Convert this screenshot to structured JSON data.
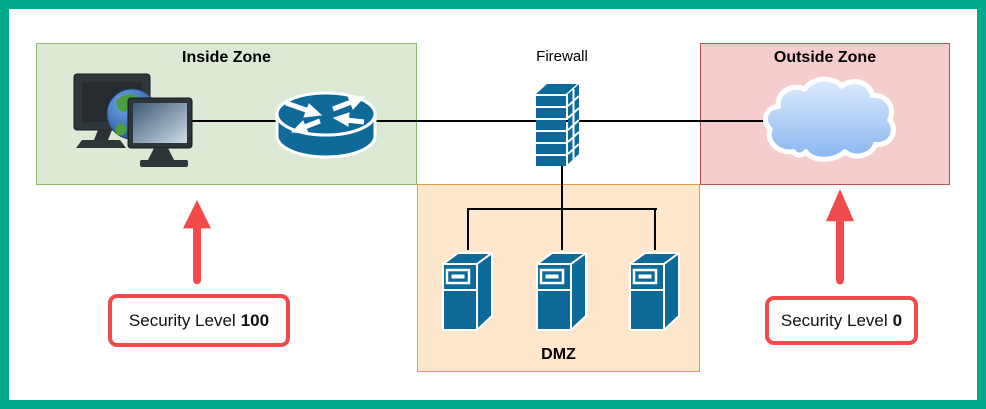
{
  "diagram": {
    "type": "firewall-security-zones-network-diagram"
  },
  "zones": {
    "inside": {
      "label": "Inside Zone",
      "fill": "#DCEAD5",
      "stroke": "#8ABB6B"
    },
    "outside": {
      "label": "Outside Zone",
      "fill": "#F5CDCC",
      "stroke": "#B85450"
    },
    "dmz": {
      "label": "DMZ",
      "fill": "#FFE7CE",
      "stroke": "#DFA138"
    }
  },
  "firewall": {
    "label": "Firewall"
  },
  "annotations": {
    "inside": {
      "text": "Security Level",
      "value": "100"
    },
    "outside": {
      "text": "Security Level",
      "value": "0"
    }
  },
  "icons": {
    "workstation": "workstation-icon",
    "router": "router-icon",
    "firewall": "firewall-brick-icon",
    "cloud": "internet-cloud-icon",
    "servers": [
      "server-icon",
      "server-icon",
      "server-icon"
    ],
    "arrows": [
      "up-arrow-icon",
      "up-arrow-icon"
    ]
  },
  "colors": {
    "frame": "#00A88C",
    "device_blue": "#0E6A99",
    "annotation_red": "#F24A4A",
    "connector": "#000000",
    "cloud_gradient_top": "#DCEBFD",
    "cloud_gradient_bottom": "#8AB6F0"
  }
}
